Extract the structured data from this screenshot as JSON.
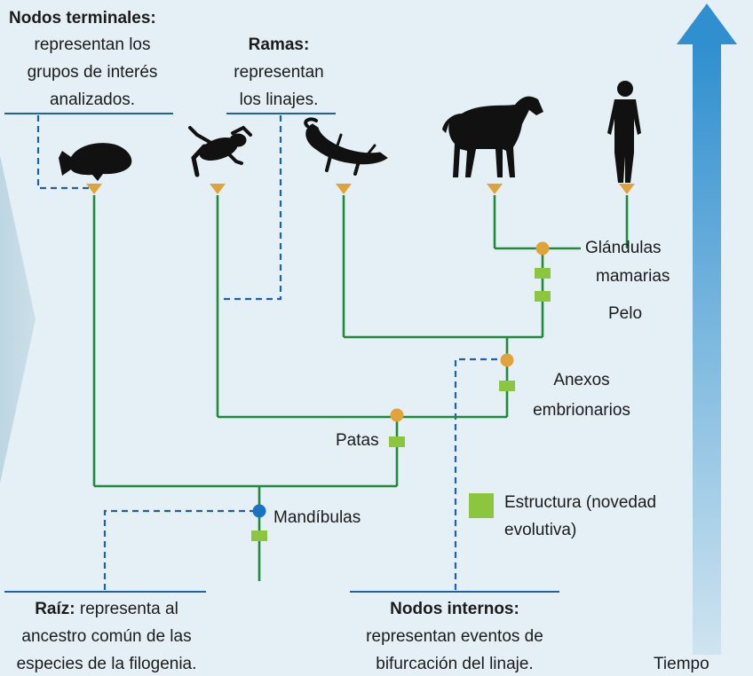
{
  "callouts": {
    "terminal": {
      "title": "Nodos terminales:",
      "line1": "representan los",
      "line2": "grupos de interés",
      "line3": "analizados."
    },
    "branches": {
      "title": "Ramas:",
      "line1": "representan",
      "line2": "los linajes."
    },
    "root": {
      "title": "Raíz:",
      "title_rest": " representa al",
      "line2": "ancestro común de las",
      "line3": "especies de la filogenia."
    },
    "internal": {
      "title": "Nodos internos:",
      "line1": "representan eventos de",
      "line2": "bifurcación del linaje."
    }
  },
  "traits": {
    "mandibles": "Mandíbulas",
    "legs": "Patas",
    "embryonic_1": "Anexos",
    "embryonic_2": "embrionarios",
    "mammary_1": "Glándulas",
    "mammary_2": "mamarias",
    "hair": "Pelo"
  },
  "legend": {
    "structure_1": "Estructura (novedad",
    "structure_2": "evolutiva)"
  },
  "time_axis": {
    "label": "Tiempo"
  },
  "taxa_icons": [
    "fish-icon",
    "frog-icon",
    "lizard-icon",
    "horse-icon",
    "human-icon"
  ],
  "colors": {
    "background": "#e5f0f6",
    "branch": "#1f8a3c",
    "dashed": "#1d62a8",
    "internal_node": "#e2a23a",
    "root_node": "#1a73c2",
    "novelty_marker": "#8cc63f",
    "terminal_marker": "#e2a23a",
    "time_arrow_top": "#2f8fcf",
    "time_arrow_bottom": "#cfe4f0",
    "silhouette": "#111111"
  }
}
